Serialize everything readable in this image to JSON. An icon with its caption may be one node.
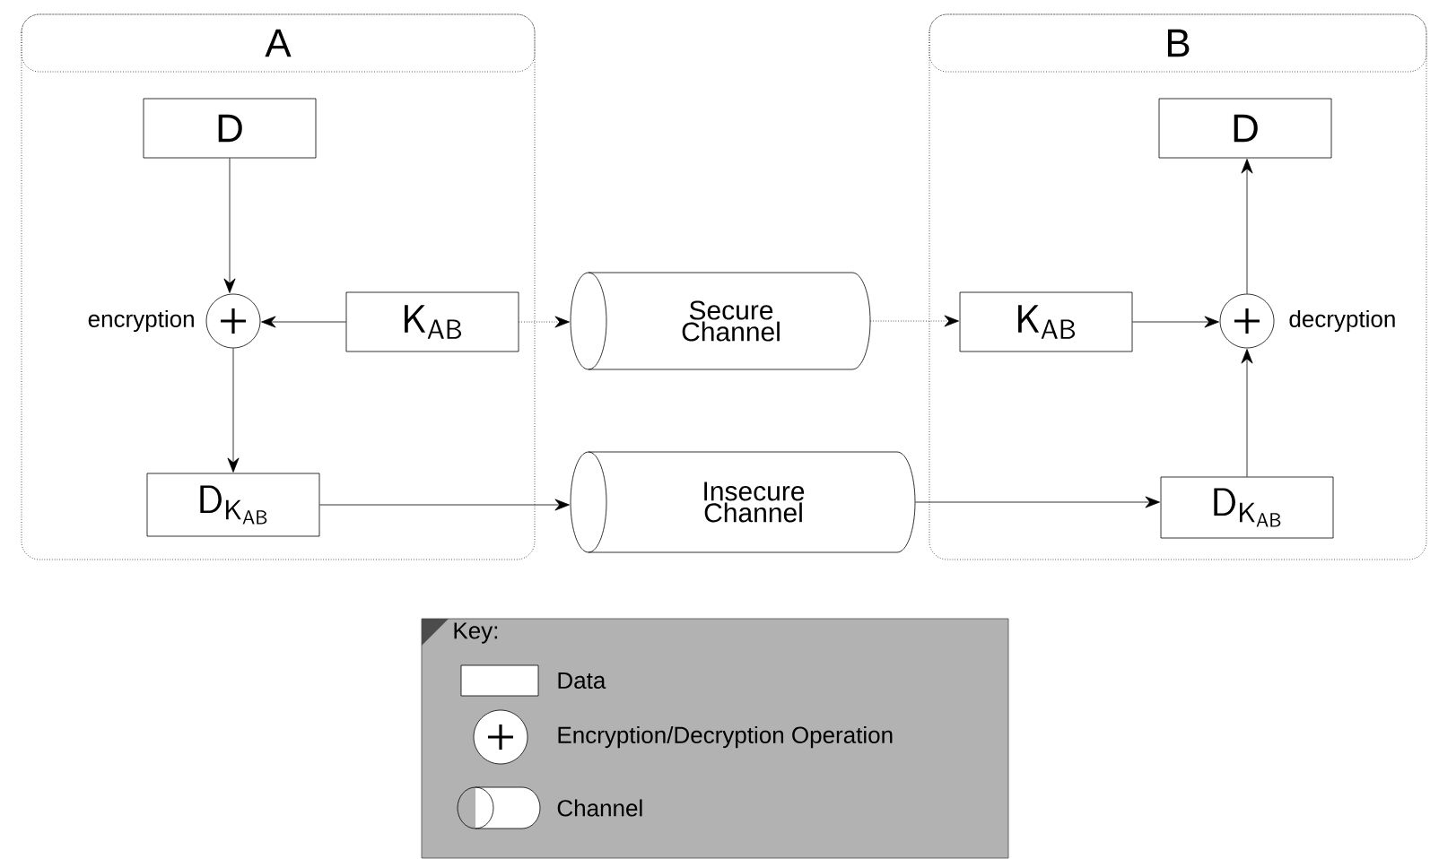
{
  "diagram": {
    "nodes": [
      {
        "text": [
          "A"
        ]
      },
      {
        "text": [
          "D"
        ],
        "in": 0
      },
      {
        "text": [],
        "shape": "circle",
        "beside": [
          "encryption"
        ],
        "in": 0
      },
      {
        "text": [
          "\\mathsf{K_{AB}}"
        ],
        "in": 0
      },
      {
        "text": [
          "\\mathsf{D_{K_{AB}}}"
        ],
        "in": 0
      },
      {
        "text": [
          "Secure Channel"
        ]
      },
      {
        "text": [
          "Insecure Channel"
        ]
      },
      {
        "text": [
          "B"
        ]
      },
      {
        "text": [
          "D"
        ],
        "in": 7
      },
      {
        "text": [],
        "shape": "circle",
        "beside": [
          "decryption"
        ],
        "in": 7
      },
      {
        "text": [
          "\\mathsf{K_{AB}}"
        ],
        "in": 7
      },
      {
        "text": [
          "\\mathsf{D_{K_{AB}}}"
        ],
        "in": 7
      }
    ],
    "edges": [
      {
        "from": 1,
        "to": 2,
        "arrow": "to"
      },
      {
        "from": 3,
        "to": 2,
        "arrow": "to"
      },
      {
        "from": 2,
        "to": 4,
        "arrow": "to"
      },
      {
        "from": 3,
        "to": 5,
        "arrow": "to",
        "style": "dashed"
      },
      {
        "from": 4,
        "to": 6,
        "arrow": "to"
      },
      {
        "from": 5,
        "to": 10,
        "arrow": "to",
        "style": "dashed"
      },
      {
        "from": 6,
        "to": 11,
        "arrow": "to"
      },
      {
        "from": 10,
        "to": 9,
        "arrow": "to"
      },
      {
        "from": 11,
        "to": 9,
        "arrow": "to"
      },
      {
        "from": 9,
        "to": 8,
        "arrow": "to"
      }
    ],
    "labels": [
      "Key:"
    ],
    "legend": [
      {
        "text": "Data"
      },
      {
        "text": "Encryption/Decryption Operation"
      },
      {
        "text": "Channel"
      }
    ]
  }
}
